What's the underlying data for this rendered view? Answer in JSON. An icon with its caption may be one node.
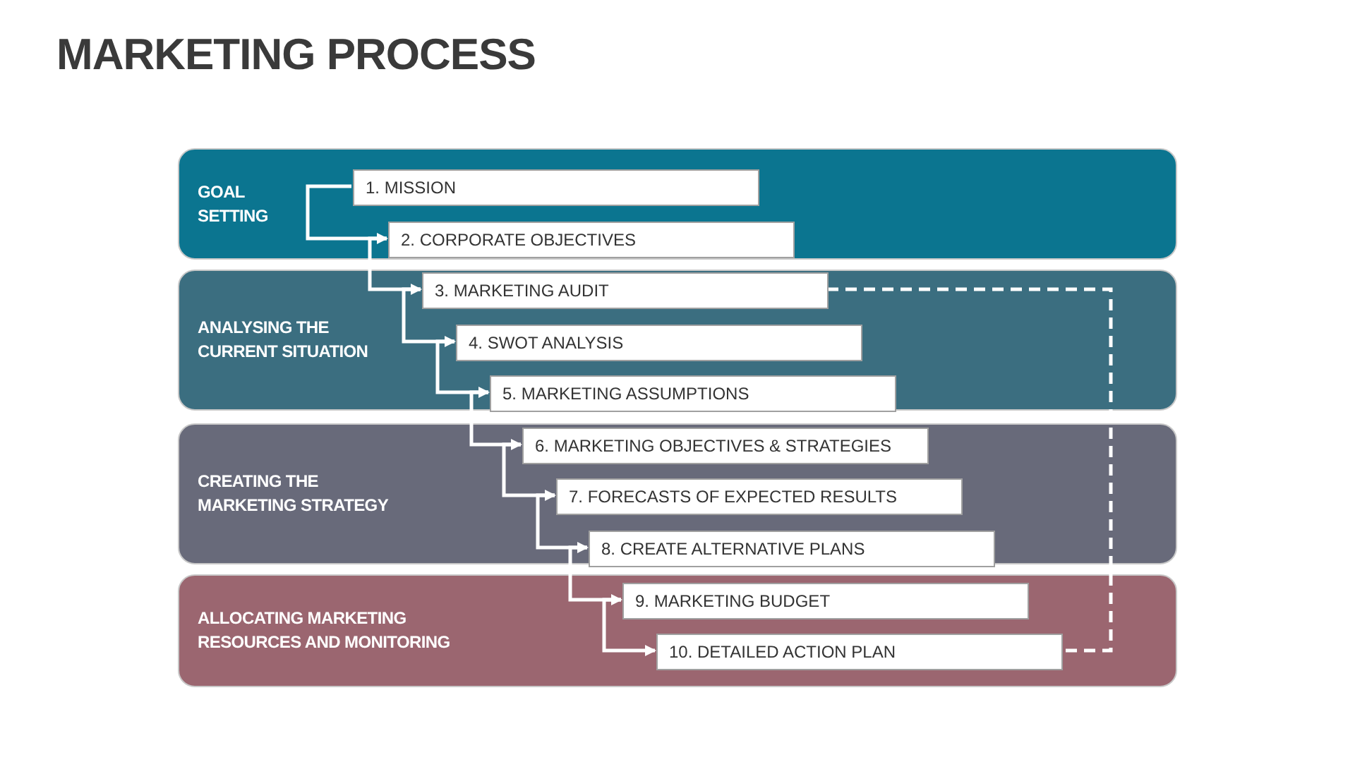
{
  "diagram": {
    "title": "MARKETING PROCESS",
    "nodes": [
      {
        "text": [
          "GOAL SETTING"
        ]
      },
      {
        "text": [
          "ANALYSING THE CURRENT SITUATION"
        ]
      },
      {
        "text": [
          "CREATING THE MARKETING STRATEGY"
        ]
      },
      {
        "text": [
          "ALLOCATING MARKETING RESOURCES AND MONITORING"
        ]
      },
      {
        "text": [
          "1. MISSION"
        ],
        "in": 0
      },
      {
        "text": [
          "2. CORPORATE OBJECTIVES"
        ],
        "in": 0
      },
      {
        "text": [
          "3. MARKETING AUDIT"
        ],
        "in": 1
      },
      {
        "text": [
          "4. SWOT ANALYSIS"
        ],
        "in": 1
      },
      {
        "text": [
          "5. MARKETING ASSUMPTIONS"
        ],
        "in": 1
      },
      {
        "text": [
          "6. MARKETING OBJECTIVES & STRATEGIES"
        ],
        "in": 2
      },
      {
        "text": [
          "7. FORECASTS OF EXPECTED RESULTS"
        ],
        "in": 2
      },
      {
        "text": [
          "8. CREATE ALTERNATIVE PLANS"
        ],
        "in": 2
      },
      {
        "text": [
          "9. MARKETING BUDGET"
        ],
        "in": 3
      },
      {
        "text": [
          "10. DETAILED ACTION PLAN"
        ],
        "in": 3
      }
    ],
    "edges": [
      {
        "from": 4,
        "to": 5,
        "arrow": "to"
      },
      {
        "from": 5,
        "to": 6,
        "arrow": "to"
      },
      {
        "from": 6,
        "to": 7,
        "arrow": "to"
      },
      {
        "from": 7,
        "to": 8,
        "arrow": "to"
      },
      {
        "from": 8,
        "to": 9,
        "arrow": "to"
      },
      {
        "from": 9,
        "to": 10,
        "arrow": "to"
      },
      {
        "from": 10,
        "to": 11,
        "arrow": "to"
      },
      {
        "from": 11,
        "to": 12,
        "arrow": "to"
      },
      {
        "from": 12,
        "to": 13,
        "arrow": "to"
      },
      {
        "from": 6,
        "to": 13,
        "arrow": "none",
        "style": "dashed"
      }
    ]
  }
}
